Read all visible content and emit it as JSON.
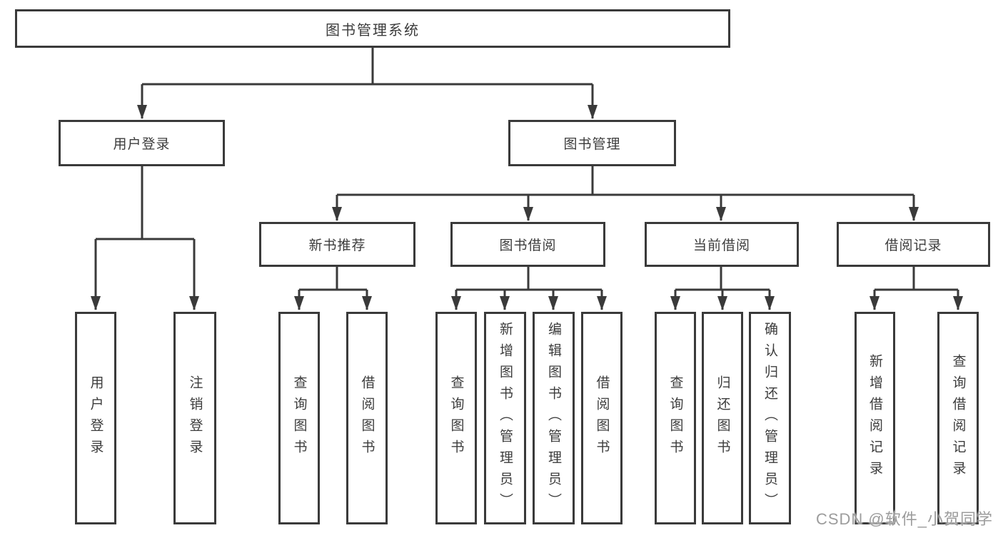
{
  "diagram": {
    "type": "hierarchy-tree",
    "tree": {
      "root": {
        "label": "图书管理系统"
      },
      "branches": [
        {
          "label": "用户登录",
          "leaves": [
            {
              "label": "用户登录"
            },
            {
              "label": "注销登录"
            }
          ]
        },
        {
          "label": "图书管理",
          "groups": [
            {
              "label": "新书推荐",
              "leaves": [
                {
                  "label": "查询图书"
                },
                {
                  "label": "借阅图书"
                }
              ]
            },
            {
              "label": "图书借阅",
              "leaves": [
                {
                  "label": "查询图书"
                },
                {
                  "label": "新增图书（管理员）"
                },
                {
                  "label": "编辑图书（管理员）"
                },
                {
                  "label": "借阅图书"
                }
              ]
            },
            {
              "label": "当前借阅",
              "leaves": [
                {
                  "label": "查询图书"
                },
                {
                  "label": "归还图书"
                },
                {
                  "label": "确认归还（管理员）"
                }
              ]
            },
            {
              "label": "借阅记录",
              "leaves": [
                {
                  "label": "新增借阅记录"
                },
                {
                  "label": "查询借阅记录"
                }
              ]
            }
          ]
        }
      ]
    },
    "colors": {
      "line": "#3a3a3a",
      "text": "#3c3c3c",
      "node_fill": "#ffffff",
      "background": "#ffffff"
    }
  },
  "watermark": {
    "text": "CSDN @软件_小贺同学",
    "color": "#9c9c9c"
  }
}
